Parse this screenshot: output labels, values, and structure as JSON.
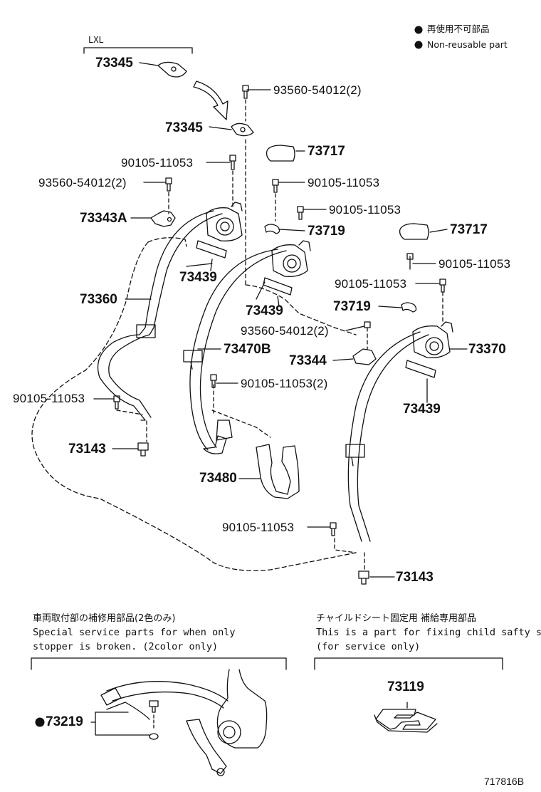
{
  "legend": {
    "jp": "再使用不可部品",
    "en": "Non-reusable part"
  },
  "variant_label": "LXL",
  "parts": {
    "p73345_a": "73345",
    "p73345_b": "73345",
    "p93560_top": "93560-54012(2)",
    "p73717_a": "73717",
    "p73717_b": "73717",
    "p90105_a": "90105-11053",
    "p93560_left": "93560-54012(2)",
    "p90105_b": "90105-11053",
    "p90105_c": "90105-11053",
    "p73343A": "73343A",
    "p73719_a": "73719",
    "p90105_d": "90105-11053",
    "p73439_a": "73439",
    "p90105_e": "90105-11053",
    "p73360": "73360",
    "p73439_b": "73439",
    "p73719_b": "73719",
    "p93560_mid": "93560-54012(2)",
    "p73470B": "73470B",
    "p73370": "73370",
    "p73344": "73344",
    "p90105_f": "90105-11053(2)",
    "p90105_g": "90105-11053",
    "p73439_c": "73439",
    "p73143_a": "73143",
    "p73480": "73480",
    "p90105_h": "90105-11053",
    "p73143_b": "73143"
  },
  "service_note_left": {
    "jp": "車両取付部の補修用部品(2色のみ)",
    "en1": "Special service parts for when only",
    "en2": "stopper is broken. (2color only)",
    "part": "73219"
  },
  "service_note_right": {
    "jp": "チャイルドシート固定用 補給専用部品",
    "en1": "This is a part for fixing child safty seat",
    "en2": "(for service only)",
    "part": "73119"
  },
  "diagram_id": "717816B"
}
